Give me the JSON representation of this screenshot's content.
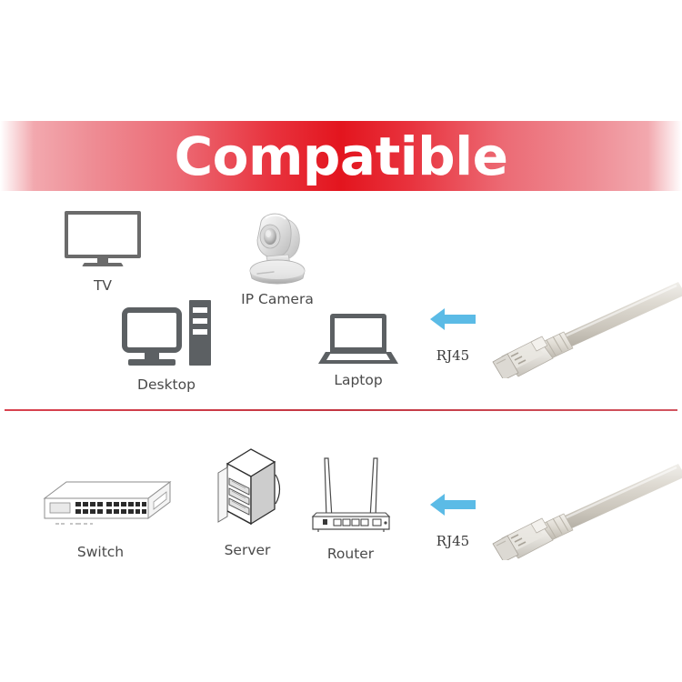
{
  "banner": {
    "title": "Compatible",
    "color_center": "#e3151e",
    "color_edge": "#ffffff",
    "text_color": "#ffffff"
  },
  "divider": {
    "color": "#c33641"
  },
  "colors": {
    "device_icon_gray": "#5c6063",
    "label_gray": "#4a4a4a",
    "arrow_blue": "#5bbbe6",
    "cable_gray": "#d2cec7"
  },
  "top_row": {
    "devices": [
      {
        "id": "tv",
        "label": "TV",
        "icon": "tv-icon"
      },
      {
        "id": "ip-camera",
        "label": "IP Camera",
        "icon": "ip-camera-icon"
      },
      {
        "id": "desktop",
        "label": "Desktop",
        "icon": "desktop-computer-icon"
      },
      {
        "id": "laptop",
        "label": "Laptop",
        "icon": "laptop-icon"
      }
    ],
    "connector_label": "RJ45",
    "arrow": "left-arrow-icon",
    "cable": "rj45-patch-cable"
  },
  "bottom_row": {
    "devices": [
      {
        "id": "switch",
        "label": "Switch",
        "icon": "network-switch-icon"
      },
      {
        "id": "server",
        "label": "Server",
        "icon": "server-rack-icon"
      },
      {
        "id": "router",
        "label": "Router",
        "icon": "wifi-router-icon"
      }
    ],
    "connector_label": "RJ45",
    "arrow": "left-arrow-icon",
    "cable": "rj45-patch-cable"
  }
}
